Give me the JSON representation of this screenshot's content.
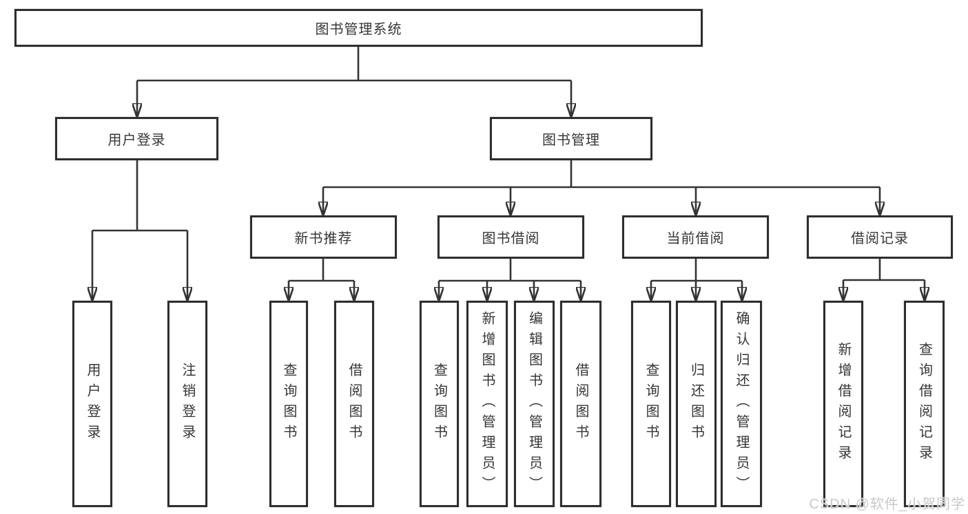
{
  "diagram_type": "hierarchy-tree",
  "colors": {
    "background": "#ffffff",
    "line": "#333333",
    "box_border": "#2e2e2e",
    "box_fill": "#ffffff",
    "text": "#363636",
    "watermark": "#c8c8c8"
  },
  "tree": {
    "label": "图书管理系统",
    "children": [
      {
        "label": "用户登录",
        "children": [
          {
            "label": "用户登录"
          },
          {
            "label": "注销登录"
          }
        ]
      },
      {
        "label": "图书管理",
        "children": [
          {
            "label": "新书推荐",
            "children": [
              {
                "label": "查询图书"
              },
              {
                "label": "借阅图书"
              }
            ]
          },
          {
            "label": "图书借阅",
            "children": [
              {
                "label": "查询图书"
              },
              {
                "label": "新增图书（管理员）"
              },
              {
                "label": "编辑图书（管理员）"
              },
              {
                "label": "借阅图书"
              }
            ]
          },
          {
            "label": "当前借阅",
            "children": [
              {
                "label": "查询图书"
              },
              {
                "label": "归还图书"
              },
              {
                "label": "确认归还（管理员）"
              }
            ]
          },
          {
            "label": "借阅记录",
            "children": [
              {
                "label": "新增借阅记录"
              },
              {
                "label": "查询借阅记录"
              }
            ]
          }
        ]
      }
    ]
  },
  "watermark": "CSDN @软件_小贺同学"
}
